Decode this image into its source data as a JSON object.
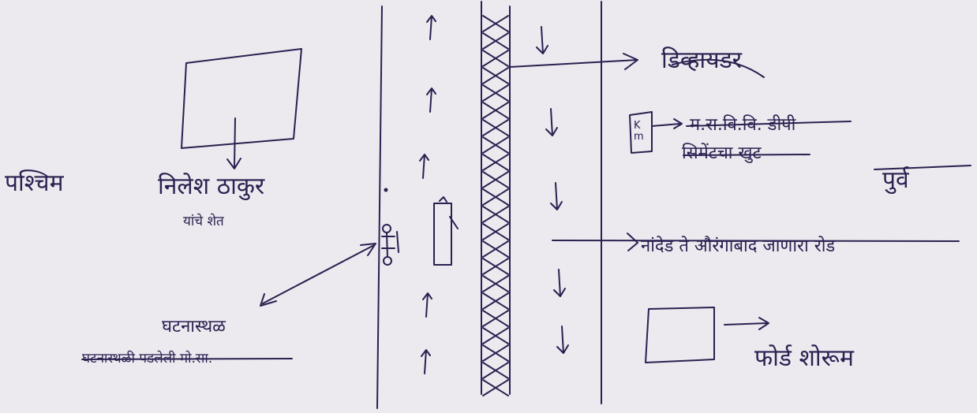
{
  "labels": {
    "west": "पश्चिम",
    "east": "पुर्व",
    "house_owner": "निलेश ठाकुर",
    "house_owner_sub": "यांचे शेत",
    "incident_spot": "घटनास्थळ",
    "incident_sub": "घटनास्थळी पडलेली मो.सा.",
    "divider": "डिव्हायडर",
    "dp_line1": "म.रा.वि.वि. डीपी",
    "dp_line2": "सिमेंटचा खुट",
    "road_to": "नांदेड ते औरंगाबाद जाणारा रोड",
    "ford_showroom": "फोर्ड शोरूम",
    "dp_box_text": "K m"
  }
}
